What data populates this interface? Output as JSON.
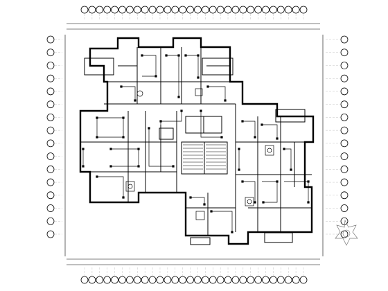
{
  "drawing": {
    "type": "electrical floor plan",
    "grid_label_columns": 30,
    "grid_label_rows": 16
  }
}
